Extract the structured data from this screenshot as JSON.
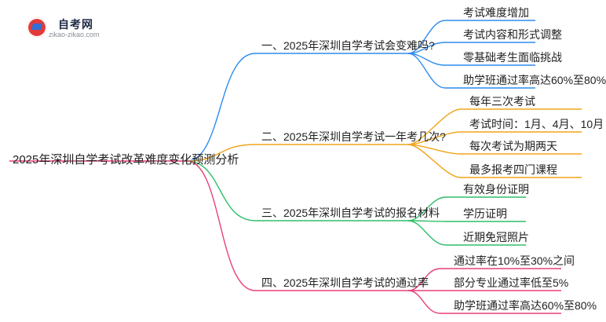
{
  "logo": {
    "brand": "自考网",
    "site": "zikao-zikao.com"
  },
  "root": "2025年深圳自学考试改革难度变化预测分析",
  "colors": {
    "b1": "#2f8cf0",
    "b2": "#f0a51c",
    "b3": "#2fbf6a",
    "b4": "#e8417a"
  },
  "branches": [
    {
      "label": "一、2025年深圳自学考试会变难吗?",
      "color_key": "b1",
      "children": [
        "考试难度增加",
        "考试内容和形式调整",
        "零基础考生面临挑战",
        "助学班通过率高达60%至80%"
      ]
    },
    {
      "label": "二、2025年深圳自学考试一年考几次?",
      "color_key": "b2",
      "children": [
        "每年三次考试",
        "考试时间：1月、4月、10月",
        "每次考试为期两天",
        "最多报考四门课程"
      ]
    },
    {
      "label": "三、2025年深圳自学考试的报名材料",
      "color_key": "b3",
      "children": [
        "有效身份证明",
        "学历证明",
        "近期免冠照片"
      ]
    },
    {
      "label": "四、2025年深圳自学考试的通过率",
      "color_key": "b4",
      "children": [
        "通过率在10%至30%之间",
        "部分专业通过率低至5%",
        "助学班通过率高达60%至80%"
      ]
    }
  ]
}
